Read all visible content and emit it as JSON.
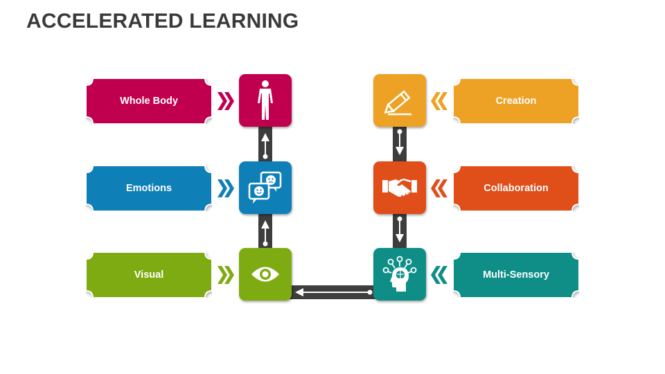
{
  "title": "ACCELERATED LEARNING",
  "colors": {
    "whole_body": "#c0004e",
    "emotions": "#0f7fb8",
    "visual": "#7fab12",
    "creation": "#eea225",
    "collaboration": "#e04e19",
    "multi_sensory": "#0e8e87",
    "connector": "#3d3d3d"
  },
  "left": {
    "items": [
      {
        "label": "Whole Body",
        "icon": "human-figure-icon"
      },
      {
        "label": "Emotions",
        "icon": "chat-faces-icon"
      },
      {
        "label": "Visual",
        "icon": "eye-icon"
      }
    ]
  },
  "right": {
    "items": [
      {
        "label": "Creation",
        "icon": "pencil-icon"
      },
      {
        "label": "Collaboration",
        "icon": "handshake-icon"
      },
      {
        "label": "Multi-Sensory",
        "icon": "brain-head-icon"
      }
    ]
  }
}
